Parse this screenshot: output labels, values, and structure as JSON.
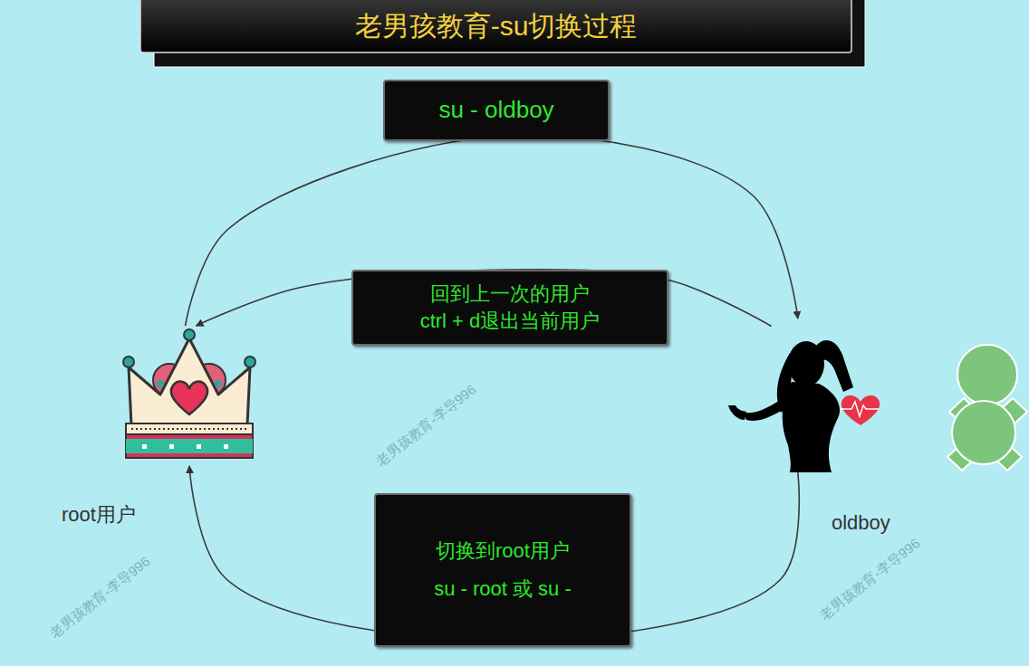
{
  "diagram": {
    "title": "老男孩教育-su切换过程",
    "nodes": [
      {
        "text": [
          "root用户"
        ]
      },
      {
        "text": [
          "oldboy"
        ]
      }
    ],
    "edges": [
      {
        "from": 0,
        "to": 1,
        "arrow": "to",
        "label": "su - oldboy"
      },
      {
        "from": 1,
        "to": 0,
        "arrow": "to",
        "label": "回到上一次的用户 ctrl + d退出当前用户"
      },
      {
        "from": 1,
        "to": 0,
        "arrow": "to",
        "label": "切换到root用户 su - root 或 su -"
      }
    ],
    "labels": [
      "老男孩教育-李导996",
      "老男孩教育-李导996",
      "老男孩教育-李导996"
    ]
  }
}
